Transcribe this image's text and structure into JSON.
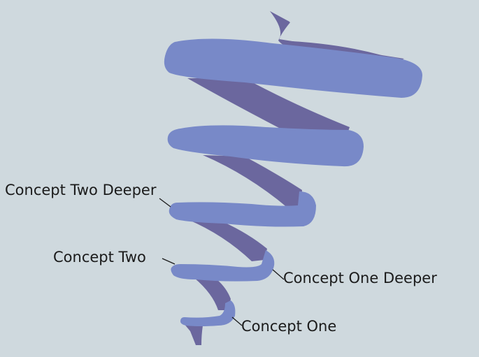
{
  "diagram": {
    "labels": {
      "concept_two_deeper": "Concept Two Deeper",
      "concept_two": "Concept Two",
      "concept_one_deeper": "Concept One Deeper",
      "concept_one": "Concept One"
    },
    "colors": {
      "background": "#cfd9de",
      "ribbon_front": "#7889c8",
      "ribbon_back": "#6b679e",
      "leader_line": "#1b1b1b"
    }
  }
}
